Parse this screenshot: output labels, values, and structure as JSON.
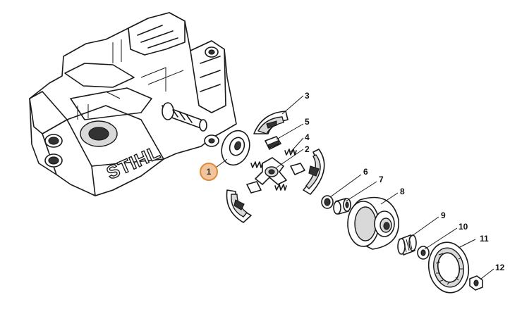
{
  "brand": {
    "text": "STIHL"
  },
  "highlight_color": "#e08a3c",
  "parts": [
    {
      "id": "1",
      "label": "1",
      "highlighted": true
    },
    {
      "id": "2",
      "label": "2"
    },
    {
      "id": "3",
      "label": "3"
    },
    {
      "id": "4",
      "label": "4"
    },
    {
      "id": "5",
      "label": "5"
    },
    {
      "id": "6",
      "label": "6"
    },
    {
      "id": "7",
      "label": "7"
    },
    {
      "id": "8",
      "label": "8"
    },
    {
      "id": "9",
      "label": "9"
    },
    {
      "id": "10",
      "label": "10"
    },
    {
      "id": "11",
      "label": "11"
    },
    {
      "id": "12",
      "label": "12"
    }
  ]
}
